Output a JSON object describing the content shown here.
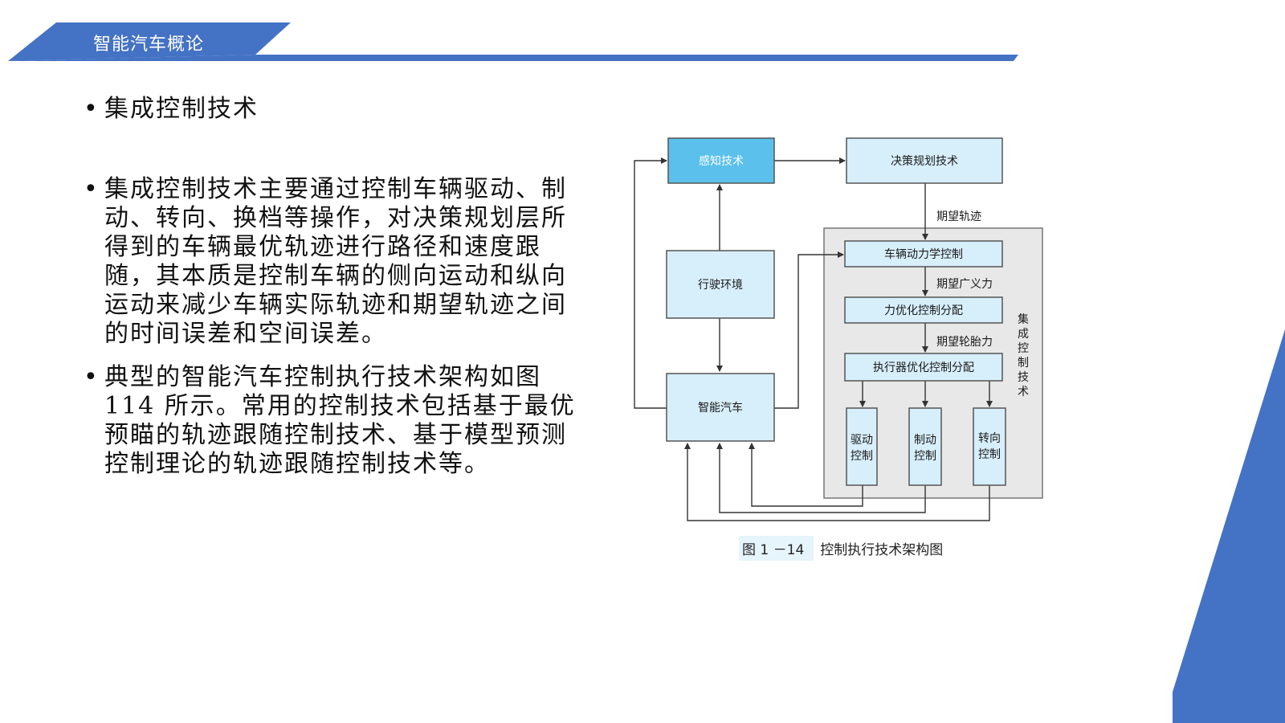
{
  "header": {
    "title": "智能汽车概论",
    "accent_color": "#4472c4"
  },
  "bullets": [
    "集成控制技术",
    "集成控制技术主要通过控制车辆驱动、制动、转向、换档等操作，对决策规划层所得到的车辆最优轨迹进行路径和速度跟随，其本质是控制车辆的侧向运动和纵向运动来减少车辆实际轨迹和期望轨迹之间的时间误差和空间误差。",
    "典型的智能汽车控制执行技术架构如图 114 所示。常用的控制技术包括基于最优预瞄的轨迹跟随控制技术、基于模型预测控制理论的轨迹跟随控制技术等。"
  ],
  "diagram": {
    "perception": "感知技术",
    "decision": "决策规划技术",
    "environment": "行驶环境",
    "vehicle": "智能汽车",
    "dynamics": "车辆动力学控制",
    "force_alloc": "力优化控制分配",
    "actuator_alloc": "执行器优化控制分配",
    "drive": [
      "驱动",
      "控制"
    ],
    "brake": [
      "制动",
      "控制"
    ],
    "steer": [
      "转向",
      "控制"
    ],
    "group_label": [
      "集",
      "成",
      "控",
      "制",
      "技",
      "术"
    ],
    "label_traj": "期望轨迹",
    "label_force": "期望广义力",
    "label_tire": "期望轮胎力",
    "caption_num": "图 1 －14",
    "caption_text": "控制执行技术架构图",
    "colors": {
      "box_fill": "#d7eefb",
      "box_highlight": "#5bc0eb",
      "box_stroke": "#555555",
      "group_fill": "#e8e8e8"
    }
  }
}
